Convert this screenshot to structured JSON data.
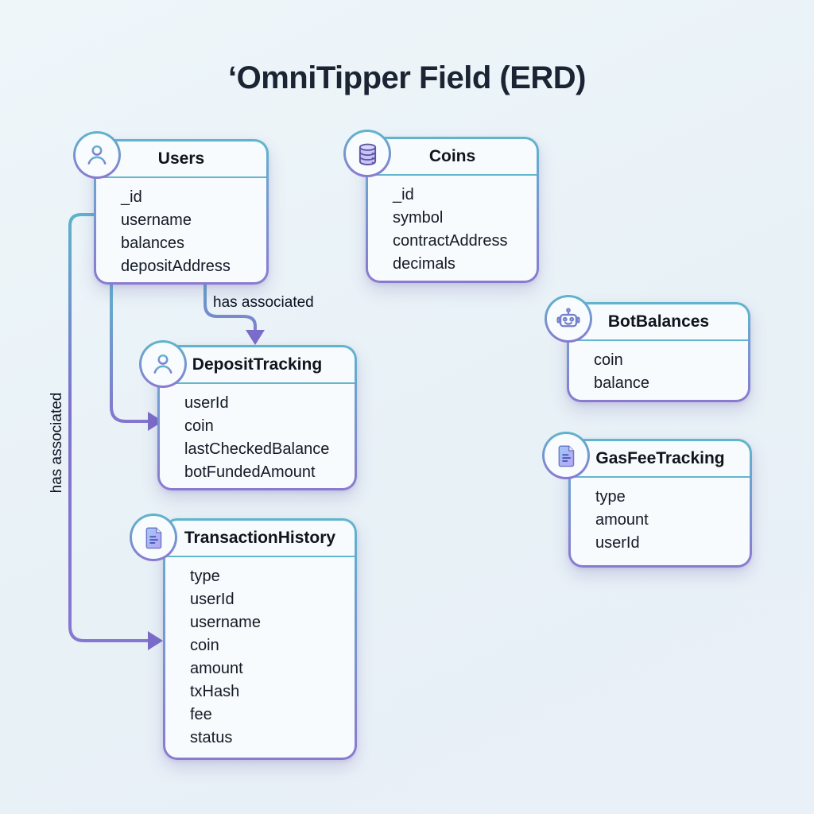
{
  "title": "‘OmniTipper Field (ERD)",
  "entities": [
    {
      "id": "users",
      "name": "Users",
      "icon": "user-icon",
      "fields": [
        "_id",
        "username",
        "balances",
        "depositAddress"
      ]
    },
    {
      "id": "coins",
      "name": "Coins",
      "icon": "database-icon",
      "fields": [
        "_id",
        "symbol",
        "contractAddress",
        "decimals"
      ]
    },
    {
      "id": "deposit-tracking",
      "name": "DepositTracking",
      "icon": "user-icon",
      "fields": [
        "userId",
        "coin",
        "lastCheckedBalance",
        "botFundedAmount"
      ]
    },
    {
      "id": "bot-balances",
      "name": "BotBalances",
      "icon": "robot-icon",
      "fields": [
        "coin",
        "balance"
      ]
    },
    {
      "id": "gas-fee-tracking",
      "name": "GasFeeTracking",
      "icon": "document-icon",
      "fields": [
        "type",
        "amount",
        "userId"
      ]
    },
    {
      "id": "transaction-history",
      "name": "TransactionHistory",
      "icon": "document-icon",
      "fields": [
        "type",
        "userId",
        "username",
        "coin",
        "amount",
        "txHash",
        "fee",
        "status"
      ]
    }
  ],
  "relationships": [
    {
      "from": "Users",
      "to": "DepositTracking",
      "label": "has associated"
    },
    {
      "from": "Users",
      "to": "TransactionHistory",
      "label": "has associated"
    },
    {
      "from": "Users",
      "to": "DepositTracking",
      "label": ""
    }
  ],
  "colors": {
    "background": "#e9f2f7",
    "card": "#f7fbfd",
    "border_teal": "#5fb5cd",
    "border_purple": "#8a79d1",
    "arrow_head": "#7b6cc9",
    "divider": "#64b6cd",
    "text": "#10141c"
  }
}
